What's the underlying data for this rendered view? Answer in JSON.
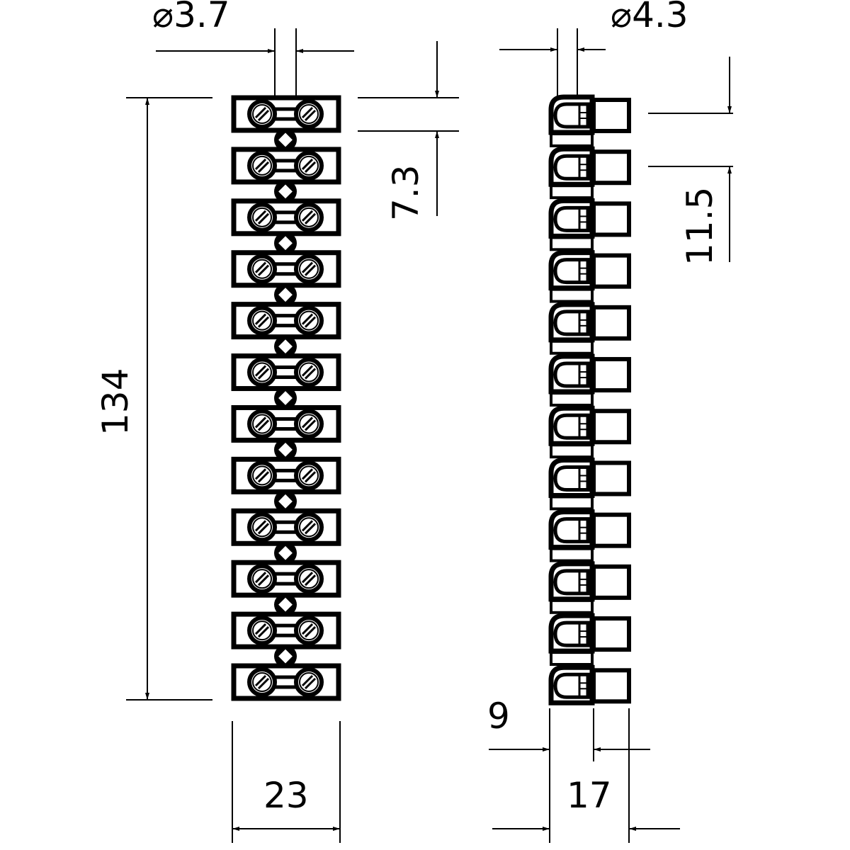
{
  "dimensions": {
    "hole_left": "⌀3.7",
    "hole_right": "⌀4.3",
    "pitch_left": "7.3",
    "pitch_right": "11.5",
    "length": "134",
    "width_front": "23",
    "depth_front": "9",
    "depth_total": "17"
  },
  "terminal_count": 12,
  "line_color": "#000000"
}
